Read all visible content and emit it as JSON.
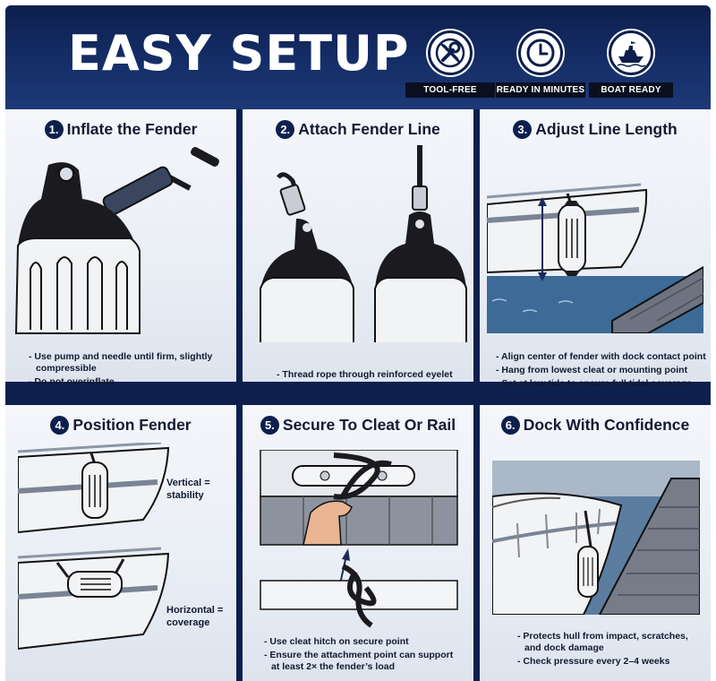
{
  "header": {
    "title": "EASY SETUP",
    "badges": [
      {
        "label": "TOOL-FREE",
        "icon": "no-tools-icon"
      },
      {
        "label": "READY IN MINUTES",
        "icon": "clock-icon"
      },
      {
        "label": "BOAT READY",
        "icon": "boat-icon"
      }
    ]
  },
  "steps": [
    {
      "num": "1.",
      "title": "Inflate the Fender",
      "notes": [
        "Use pump and needle until firm, slightly compressible",
        "Do not overinflate"
      ]
    },
    {
      "num": "2.",
      "title": "Attach Fender Line",
      "notes": [
        "Thread rope through reinforced eyelet"
      ]
    },
    {
      "num": "3.",
      "title": "Adjust Line Length",
      "notes": [
        "Align center of fender with dock contact point",
        "Hang from lowest cleat or mounting point",
        "Set at low tide to ensure full tidal coverage"
      ]
    },
    {
      "num": "4.",
      "title": "Position Fender",
      "labels": {
        "vertical": "Vertical = stability",
        "horizontal": "Horizontal = coverage"
      }
    },
    {
      "num": "5.",
      "title": "Secure To Cleat Or Rail",
      "notes": [
        "Use cleat hitch on secure point",
        "Ensure the attachment point can support at least 2× the fender’s load"
      ]
    },
    {
      "num": "6.",
      "title": "Dock With Confidence",
      "notes": [
        "Protects hull from impact, scratches, and dock damage",
        "Check pressure every 2–4 weeks"
      ]
    }
  ],
  "colors": {
    "navy": "#0d1f4d",
    "fender_black": "#1b1b1f",
    "fender_white": "#f2f3f5",
    "water": "#3d6a96"
  }
}
